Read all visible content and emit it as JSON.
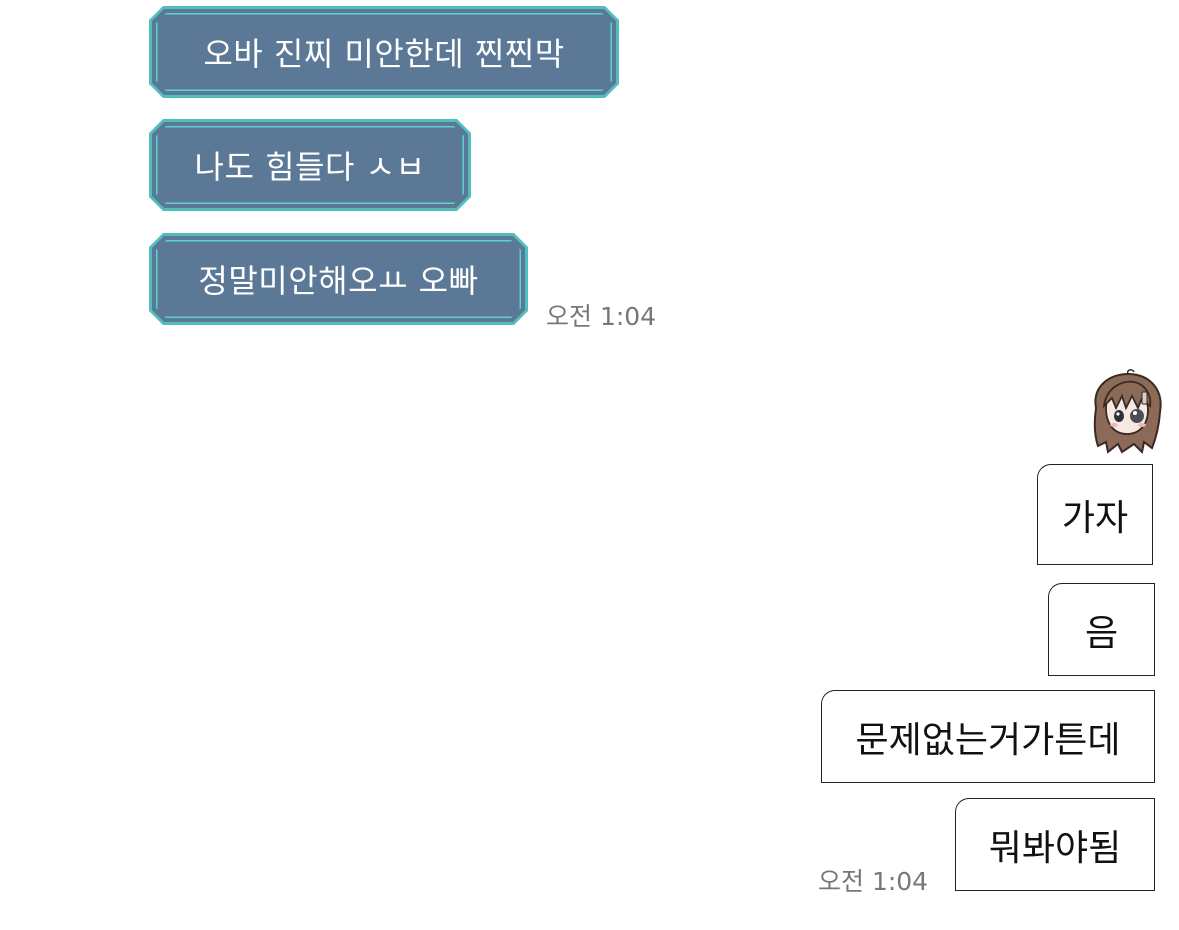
{
  "incoming": {
    "messages": [
      "오바 진찌 미안한데 찐찐막",
      "나도 힘들다 ㅅㅂ",
      "정말미안해오ㅛ 오빠"
    ],
    "timestamp": "오전 1:04"
  },
  "outgoing": {
    "messages": [
      "가자",
      "음",
      "문제없는거가튼데",
      "뭐봐야됨"
    ],
    "timestamp": "오전 1:04"
  },
  "colors": {
    "incoming_fill": "#5b7896",
    "incoming_border": "#53bfbd",
    "outgoing_fill": "#ffffff",
    "outgoing_border": "#222222"
  },
  "icons": {
    "avatar": "anime-girl-avatar-icon"
  }
}
